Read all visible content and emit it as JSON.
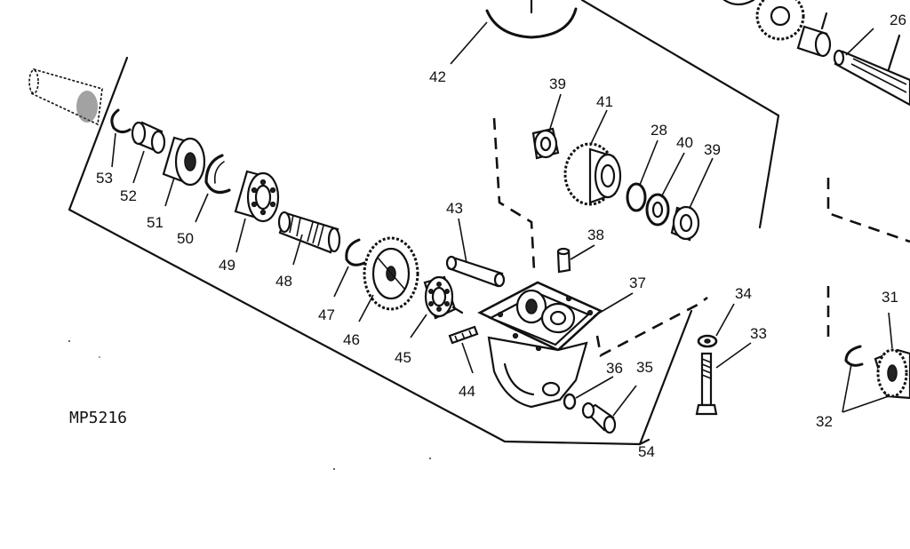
{
  "figure_code": "MP5216",
  "callouts": {
    "c26": "26",
    "c28": "28",
    "c31": "31",
    "c32": "32",
    "c33": "33",
    "c34": "34",
    "c35": "35",
    "c36": "36",
    "c37": "37",
    "c38": "38",
    "c39a": "39",
    "c39b": "39",
    "c40": "40",
    "c41": "41",
    "c42": "42",
    "c43": "43",
    "c44": "44",
    "c45": "45",
    "c46": "46",
    "c47": "47",
    "c48": "48",
    "c49": "49",
    "c50": "50",
    "c51": "51",
    "c52": "52",
    "c53": "53",
    "c54": "54"
  }
}
